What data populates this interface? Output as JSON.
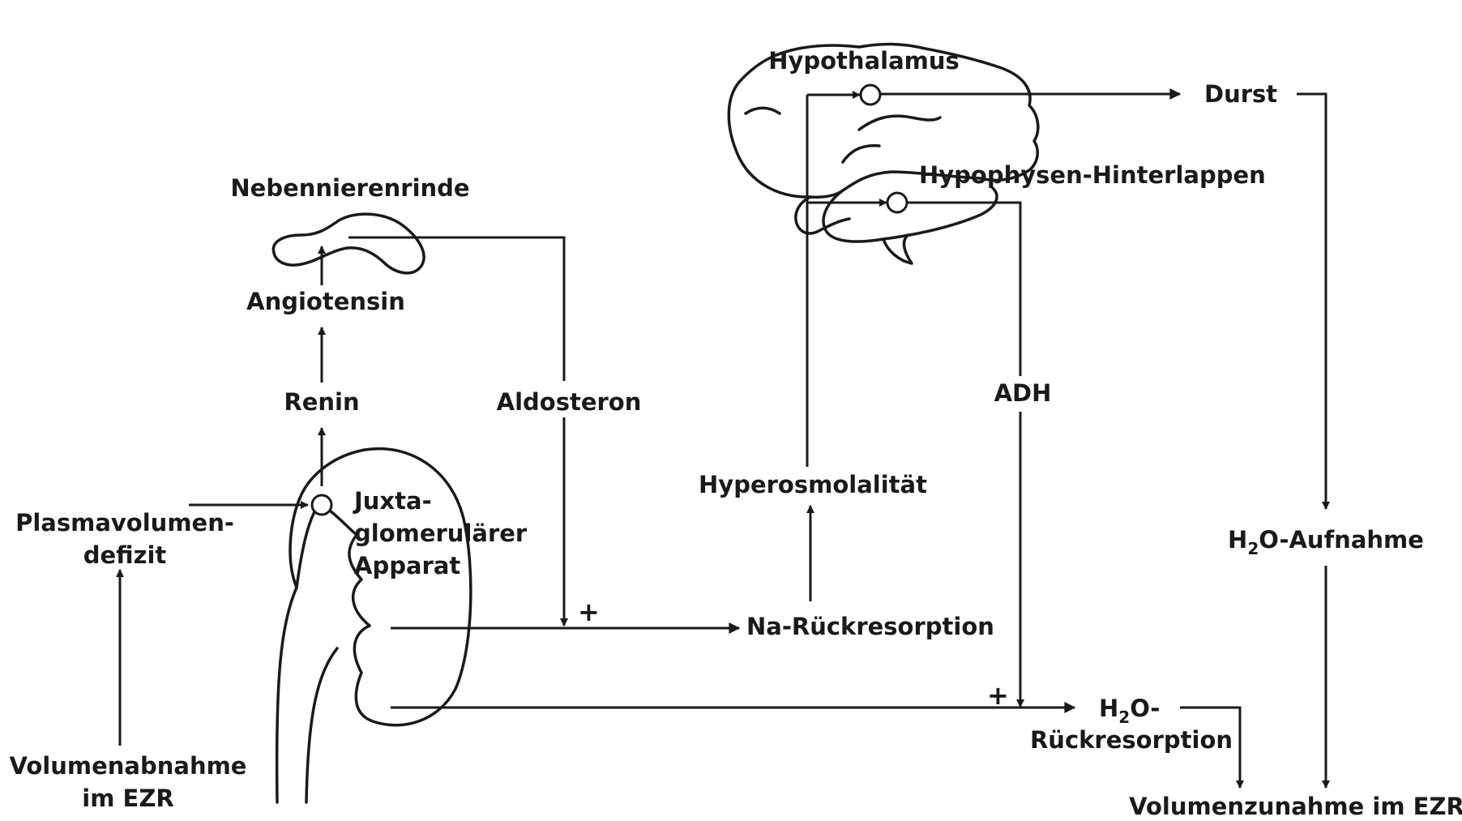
{
  "labels": {
    "nebennierenrinde": "Nebennierenrinde",
    "angiotensin": "Angiotensin",
    "renin": "Renin",
    "aldosteron": "Aldosteron",
    "plasma_line1": "Plasmavolumen-",
    "plasma_line2": "defizit",
    "juxta_line1": "Juxta-",
    "juxta_line2": "glomerulärer",
    "juxta_line3": "Apparat",
    "volumenabnahme_line1": "Volumenabnahme",
    "volumenabnahme_line2": "im EZR",
    "na_rueckresorption": "Na-Rückresorption",
    "hyperosmolalitaet": "Hyperosmolalität",
    "hypothalamus": "Hypothalamus",
    "hypophysen": "Hypophysen-Hinterlappen",
    "durst": "Durst",
    "adh": "ADH",
    "h2o_prefix": "H",
    "h2o_sub": "2",
    "h2o_aufnahme_suffix": "O-Aufnahme",
    "h2o_rueck_suffix": "O-",
    "rueckresorption": "Rückresorption",
    "volumenzunahme": "Volumenzunahme im EZR",
    "plus_aldosteron": "+",
    "plus_adh": "+"
  }
}
